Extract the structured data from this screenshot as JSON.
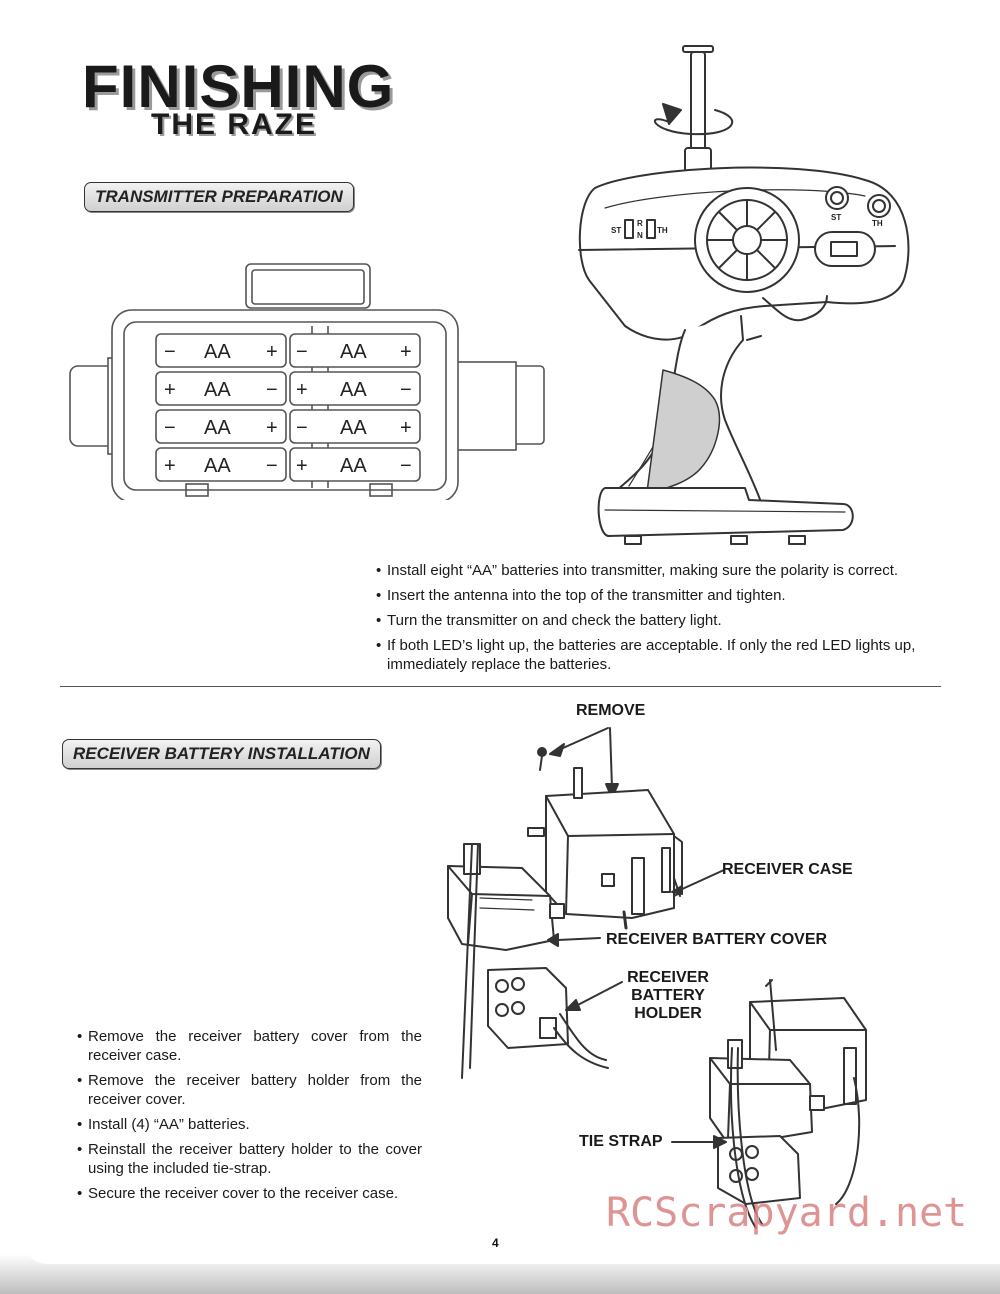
{
  "title": {
    "main": "FINISHING",
    "sub": "THE RAZE"
  },
  "transmitter": {
    "heading": "TRANSMITTER PREPARATION",
    "battery_label": "AA",
    "plus": "+",
    "minus": "−",
    "panel_labels": {
      "st": "ST",
      "r": "R",
      "n": "N",
      "th": "TH"
    },
    "bullets": [
      "Install eight “AA” batteries into transmitter, making sure the polarity is correct.",
      "Insert the antenna into the top of the transmitter and tighten.",
      "Turn the transmitter on and check the battery light.",
      "If both LED’s light up, the batteries are acceptable. If only the red LED lights up, immediately replace the batteries."
    ]
  },
  "receiver": {
    "heading": "RECEIVER BATTERY INSTALLATION",
    "callouts": {
      "remove": "REMOVE",
      "receiver_case": "RECEIVER CASE",
      "receiver_battery_cover": "RECEIVER BATTERY COVER",
      "receiver_battery_holder_1": "RECEIVER",
      "receiver_battery_holder_2": "BATTERY",
      "receiver_battery_holder_3": "HOLDER",
      "tie_strap": "TIE STRAP"
    },
    "bullets": [
      "Remove the receiver battery cover from the receiver case.",
      "Remove the receiver battery holder from the receiver cover.",
      "Install (4) “AA” batteries.",
      "Reinstall the receiver battery holder to the cover using the included tie-strap.",
      "Secure the receiver cover to the receiver case."
    ]
  },
  "page_number": "4",
  "watermark": "RCScrapyard.net"
}
